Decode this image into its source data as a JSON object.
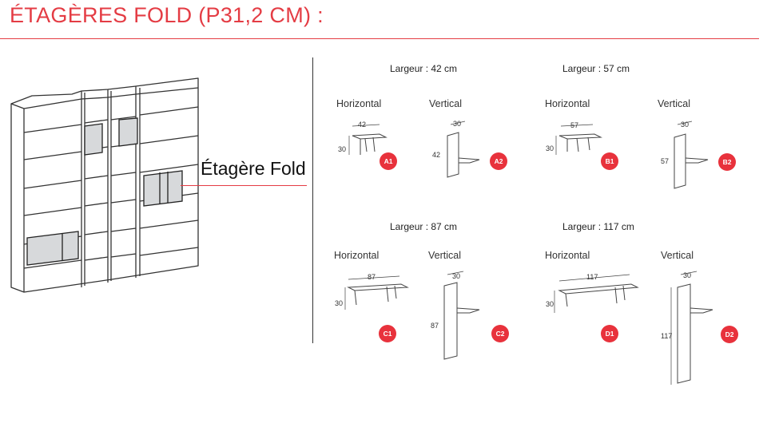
{
  "page": {
    "title": "ÉTAGÈRES FOLD (P31,2 CM) :"
  },
  "callout": {
    "label": "Étagère Fold"
  },
  "groups": [
    {
      "width_label": "Largeur : 42 cm",
      "horizontal": {
        "label": "Horizontal",
        "width_dim": "42",
        "height_dim": "30",
        "code": "A1"
      },
      "vertical": {
        "label": "Vertical",
        "depth_dim": "30",
        "height_dim": "42",
        "code": "A2"
      }
    },
    {
      "width_label": "Largeur : 57 cm",
      "horizontal": {
        "label": "Horizontal",
        "width_dim": "57",
        "height_dim": "30",
        "code": "B1"
      },
      "vertical": {
        "label": "Vertical",
        "depth_dim": "30",
        "height_dim": "57",
        "code": "B2"
      }
    },
    {
      "width_label": "Largeur : 87 cm",
      "horizontal": {
        "label": "Horizontal",
        "width_dim": "87",
        "height_dim": "30",
        "code": "C1"
      },
      "vertical": {
        "label": "Vertical",
        "depth_dim": "30",
        "height_dim": "87",
        "code": "C2"
      }
    },
    {
      "width_label": "Largeur : 117 cm",
      "horizontal": {
        "label": "Horizontal",
        "width_dim": "117",
        "height_dim": "30",
        "code": "D1"
      },
      "vertical": {
        "label": "Vertical",
        "depth_dim": "30",
        "height_dim": "117",
        "code": "D2"
      }
    }
  ],
  "colors": {
    "accent": "#e43c44",
    "badge": "#e8323c",
    "line": "#333333"
  }
}
